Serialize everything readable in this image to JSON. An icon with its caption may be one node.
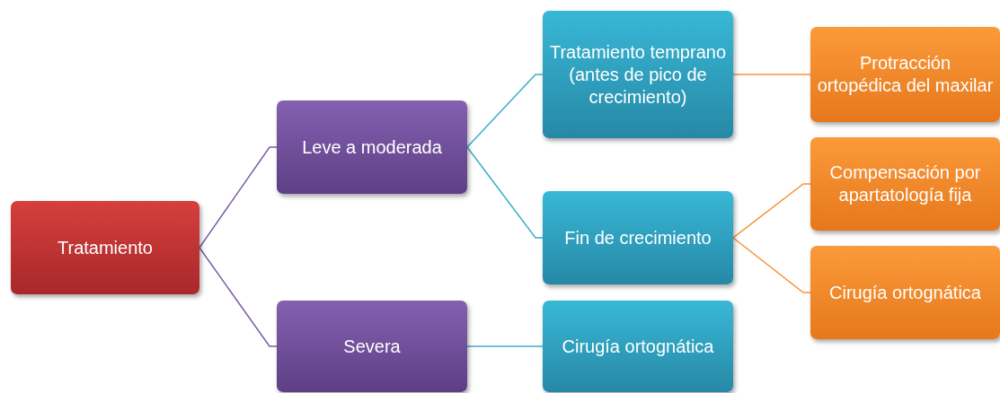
{
  "diagram": {
    "nodes": [
      {
        "text": [
          "Tratamiento"
        ]
      },
      {
        "text": [
          "Leve a moderada"
        ]
      },
      {
        "text": [
          "Severa"
        ]
      },
      {
        "text": [
          "Tratamiento temprano (antes de pico de crecimiento)"
        ]
      },
      {
        "text": [
          "Fin de crecimiento"
        ]
      },
      {
        "text": [
          "Cirugía ortognática"
        ]
      },
      {
        "text": [
          "Protracción ortopédica del maxilar"
        ]
      },
      {
        "text": [
          "Compensación por apartatología fija"
        ]
      },
      {
        "text": [
          "Cirugía ortognática"
        ]
      }
    ],
    "edges": [
      {
        "from": 0,
        "to": 1,
        "arrow": "none",
        "color": "#7b5ca3"
      },
      {
        "from": 0,
        "to": 2,
        "arrow": "none",
        "color": "#7b5ca3"
      },
      {
        "from": 1,
        "to": 3,
        "arrow": "none",
        "color": "#3aaec8"
      },
      {
        "from": 1,
        "to": 4,
        "arrow": "none",
        "color": "#3aaec8"
      },
      {
        "from": 2,
        "to": 5,
        "arrow": "none",
        "color": "#3aaec8"
      },
      {
        "from": 3,
        "to": 6,
        "arrow": "none",
        "color": "#f7923a"
      },
      {
        "from": 4,
        "to": 7,
        "arrow": "none",
        "color": "#f7923a"
      },
      {
        "from": 4,
        "to": 8,
        "arrow": "none",
        "color": "#f7923a"
      }
    ]
  }
}
